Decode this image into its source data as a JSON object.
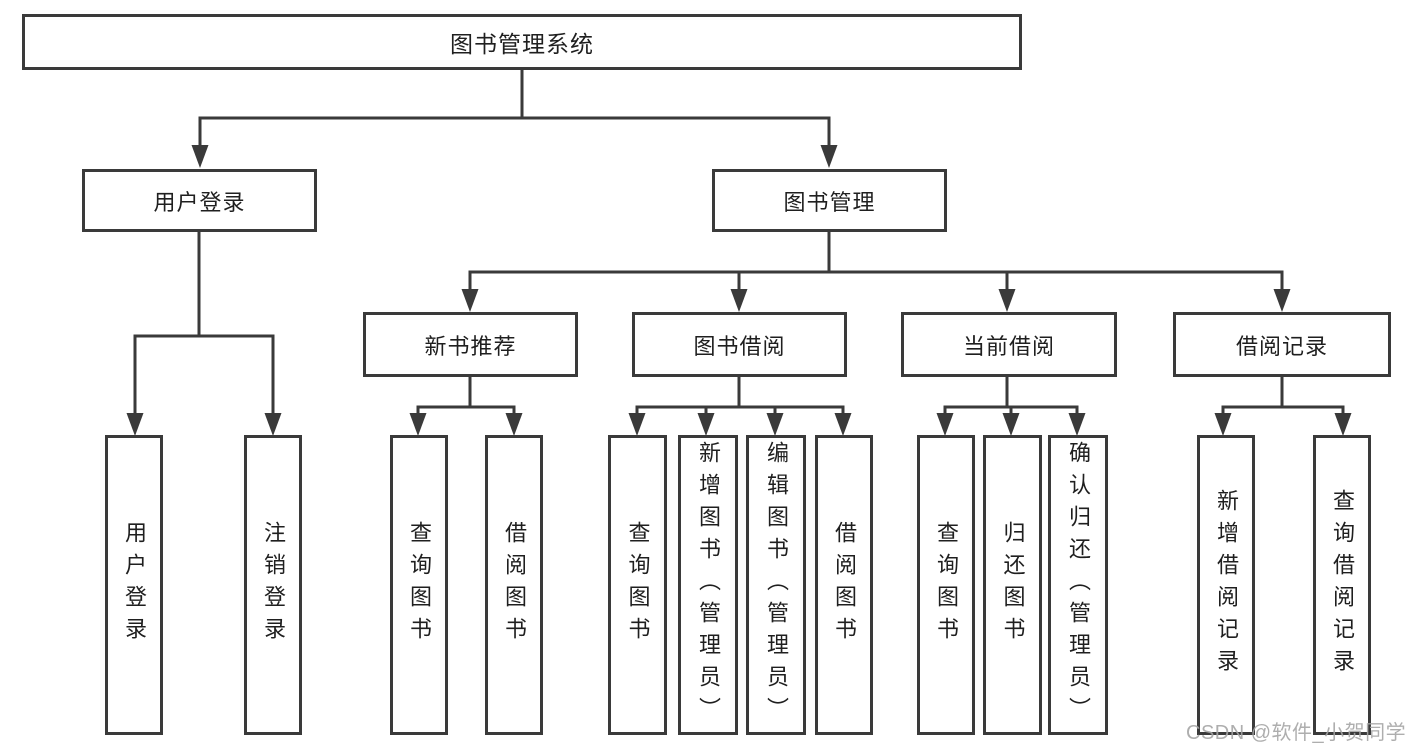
{
  "tree": {
    "label": "图书管理系统",
    "children": [
      {
        "label": "用户登录",
        "children": [
          {
            "label": "用户登录"
          },
          {
            "label": "注销登录"
          }
        ]
      },
      {
        "label": "图书管理",
        "children": [
          {
            "label": "新书推荐",
            "children": [
              {
                "label": "查询图书"
              },
              {
                "label": "借阅图书"
              }
            ]
          },
          {
            "label": "图书借阅",
            "children": [
              {
                "label": "查询图书"
              },
              {
                "label": "新增图书（管理员）"
              },
              {
                "label": "编辑图书（管理员）"
              },
              {
                "label": "借阅图书"
              }
            ]
          },
          {
            "label": "当前借阅",
            "children": [
              {
                "label": "查询图书"
              },
              {
                "label": "归还图书"
              },
              {
                "label": "确认归还（管理员）"
              }
            ]
          },
          {
            "label": "借阅记录",
            "children": [
              {
                "label": "新增借阅记录"
              },
              {
                "label": "查询借阅记录"
              }
            ]
          }
        ]
      }
    ]
  },
  "watermark": {
    "text": "CSDN @软件_小贺同学"
  },
  "colors": {
    "line": "#3a3a3a",
    "text": "#1f1f1f",
    "background": "#ffffff",
    "watermark": "#a5a5a5"
  }
}
